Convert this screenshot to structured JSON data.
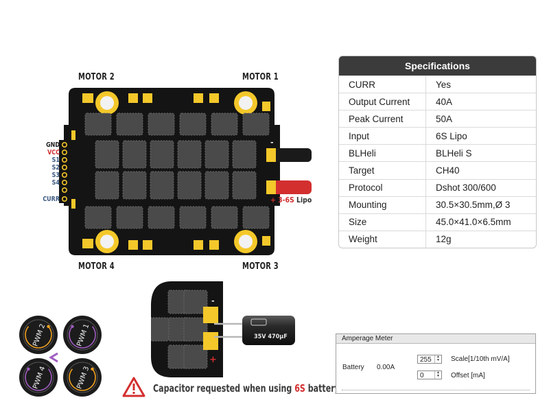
{
  "board": {
    "motor_labels": [
      "MOTOR 2",
      "MOTOR 1",
      "MOTOR 4",
      "MOTOR 3"
    ],
    "pins": [
      "GND",
      "VCC",
      "S1",
      "S2",
      "S3",
      "S4",
      "CURR"
    ],
    "lipo_plus": "+",
    "lipo_label_highlight": "3-6S",
    "lipo_label_rest": " Lipo",
    "battery_minus": "-"
  },
  "specs": {
    "title": "Specifications",
    "rows": [
      {
        "key": "CURR",
        "value": "Yes"
      },
      {
        "key": "Output Current",
        "value": "40A"
      },
      {
        "key": "Peak Current",
        "value": "50A"
      },
      {
        "key": "Input",
        "value": "6S Lipo"
      },
      {
        "key": "BLHeli",
        "value": "BLHeli S"
      },
      {
        "key": "Target",
        "value": "CH40"
      },
      {
        "key": "Protocol",
        "value": "Dshot 300/600"
      },
      {
        "key": "Mounting",
        "value": "30.5×30.5mm,Ø 3"
      },
      {
        "key": "Size",
        "value": "45.0×41.0×6.5mm"
      },
      {
        "key": "Weight",
        "value": "12g"
      }
    ]
  },
  "pwm": [
    "PWM 2",
    "PWM 1",
    "PWM 4",
    "PWM 3"
  ],
  "capacitor": {
    "label": "35V 470μF",
    "minus": "-",
    "plus": "+"
  },
  "warning": {
    "text_before": "Capacitor requested when using ",
    "highlight": "6S",
    "text_after": " battery"
  },
  "amperage_meter": {
    "title": "Amperage Meter",
    "battery_label": "Battery",
    "battery_value": "0.00A",
    "scale_value": "255",
    "scale_label": "Scale[1/10th  mV/A]",
    "offset_value": "0",
    "offset_label": "Offset [mA]"
  },
  "colors": {
    "board": "#141414",
    "pad_gold": "#f4c82a",
    "mosfet": "#4a4a4a",
    "accent_red": "#d32f2f",
    "table_header": "#3b3b3b",
    "arrow_purple": "#a05cc0",
    "arrow_orange": "#f0a020"
  }
}
